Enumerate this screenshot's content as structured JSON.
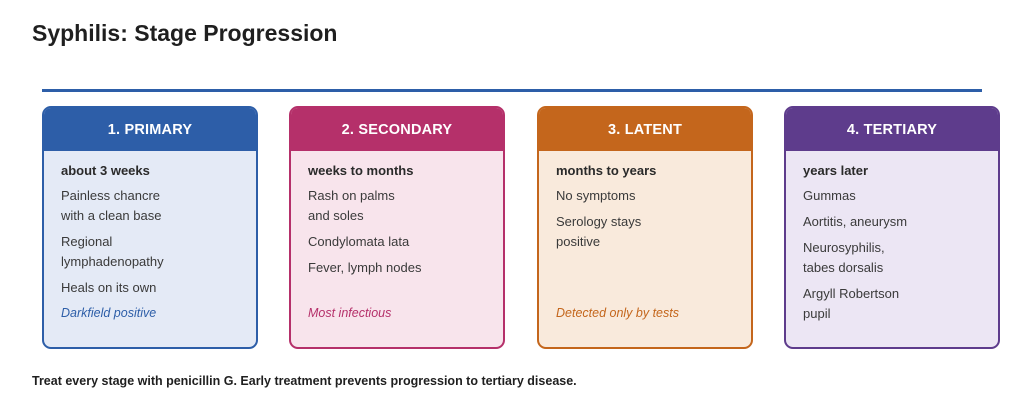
{
  "title": "Syphilis: Stage Progression",
  "stages": [
    {
      "header": "1. PRIMARY",
      "duration": "about 3 weeks",
      "items": [
        "Painless chancre\nwith a clean base",
        "Regional\nlymphadenopathy",
        "Heals on its own"
      ],
      "footnote": "Darkfield positive",
      "colors": {
        "accent": "#2d5ea8",
        "background": "#e4eaf6",
        "footnote": "#2d5ea8"
      }
    },
    {
      "header": "2. SECONDARY",
      "duration": "weeks to months",
      "items": [
        "Rash on palms\nand soles",
        "Condylomata lata",
        "Fever, lymph nodes"
      ],
      "footnote": "Most infectious",
      "colors": {
        "accent": "#b5306a",
        "background": "#f8e4ec",
        "footnote": "#b5306a"
      }
    },
    {
      "header": "3. LATENT",
      "duration": "months to years",
      "items": [
        "No symptoms",
        "Serology stays\npositive"
      ],
      "footnote": "Detected only by tests",
      "colors": {
        "accent": "#c4661c",
        "background": "#f9eadc",
        "footnote": "#c4661c"
      }
    },
    {
      "header": "4. TERTIARY",
      "duration": "years later",
      "items": [
        "Gummas",
        "Aortitis, aneurysm",
        "Neurosyphilis,\ntabes dorsalis",
        "Argyll Robertson\npupil"
      ],
      "footnote": "",
      "colors": {
        "accent": "#5e3c8c",
        "background": "#ece6f4",
        "footnote": "#5e3c8c"
      }
    }
  ],
  "caption": "Treat every stage with penicillin G. Early treatment prevents progression to tertiary disease.",
  "colors": {
    "rule": "#2d5ea8"
  }
}
